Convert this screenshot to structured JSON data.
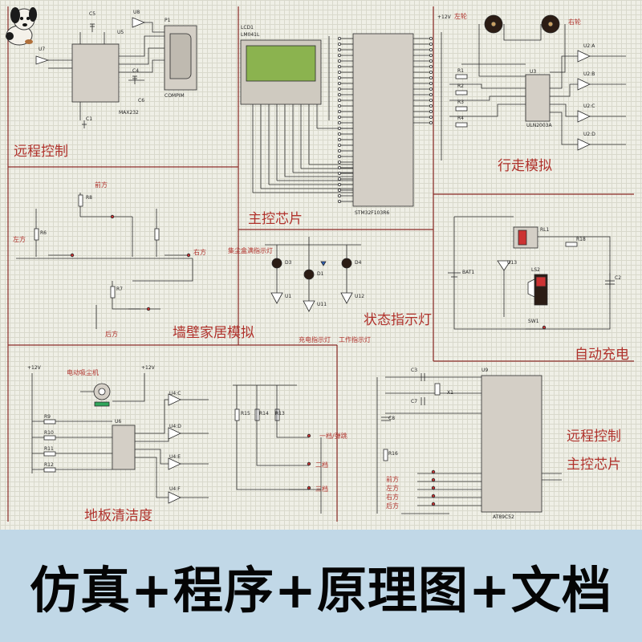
{
  "sections": {
    "remote_control": "远程控制",
    "main_chip": "主控芯片",
    "walking_sim": "行走模拟",
    "wall_home_sim": "墙壁家居模拟",
    "status_lights": "状态指示灯",
    "auto_charge": "自动充电",
    "floor_clean": "地板清洁度",
    "remote_main_chip_1": "远程控制",
    "remote_main_chip_2": "主控芯片"
  },
  "labels": {
    "left_wheel": "左轮",
    "right_wheel": "右轮",
    "front": "前方",
    "left": "左方",
    "right": "右方",
    "back": "后方",
    "dust_full": "集尘盒满指示灯",
    "charging": "充电指示灯",
    "working": "工作指示灯",
    "vacuum_motor": "电动吸尘机",
    "level1": "一档/弹跳",
    "level2": "二档",
    "level3": "三档",
    "r_front": "前方",
    "r_left": "左方",
    "r_right": "右方",
    "r_back": "后方",
    "plus12v_a": "+12V",
    "plus12v_b": "+12V",
    "plus12v_c": "+12V"
  },
  "components": {
    "lcd": "LCD1",
    "lcd_model": "LM041L",
    "p1": "P1",
    "u8": "U8",
    "u5": "U5",
    "u7": "U7",
    "c5": "C5",
    "c4": "C4",
    "c6": "C6",
    "c1": "C1",
    "max232": "MAX232",
    "compim": "COMPIM",
    "u3": "U3",
    "uln": "ULN2003A",
    "u2a": "U2:A",
    "u2b": "U2:B",
    "u2c": "U2:C",
    "u2d": "U2:D",
    "r1": "R1",
    "r2": "R2",
    "r3": "R3",
    "r4": "R4",
    "rl1": "RL1",
    "r18": "R18",
    "bat1": "BAT1",
    "u13": "U13",
    "ls2": "LS2",
    "sw1": "SW1",
    "c2": "C2",
    "r8": "R8",
    "r6": "R6",
    "r7": "R7",
    "d3": "D3",
    "d1": "D1",
    "d4": "D4",
    "u1": "U1",
    "u11": "U11",
    "u12": "U12",
    "u6": "U6",
    "u4c": "U4:C",
    "u4d": "U4:D",
    "u4e": "U4:E",
    "u4f": "U4:F",
    "r9": "R9",
    "r10": "R10",
    "r11": "R11",
    "r12": "R12",
    "r13": "R13",
    "r14": "R14",
    "r15": "R15",
    "u9": "U9",
    "c3": "C3",
    "c7": "C7",
    "c8": "C8",
    "x1": "X1",
    "r16": "R16",
    "at89c52": "AT89C52",
    "stm32": "STM32F103R6"
  },
  "banner": {
    "text": "仿真+程序+原理图+文档"
  },
  "colors": {
    "grid_bg": "#efefe6",
    "section_red": "#b0322c",
    "banner_bg": "#c1d8e7",
    "chip_body": "#d4cfc6",
    "lcd_screen": "#8bb34f"
  }
}
